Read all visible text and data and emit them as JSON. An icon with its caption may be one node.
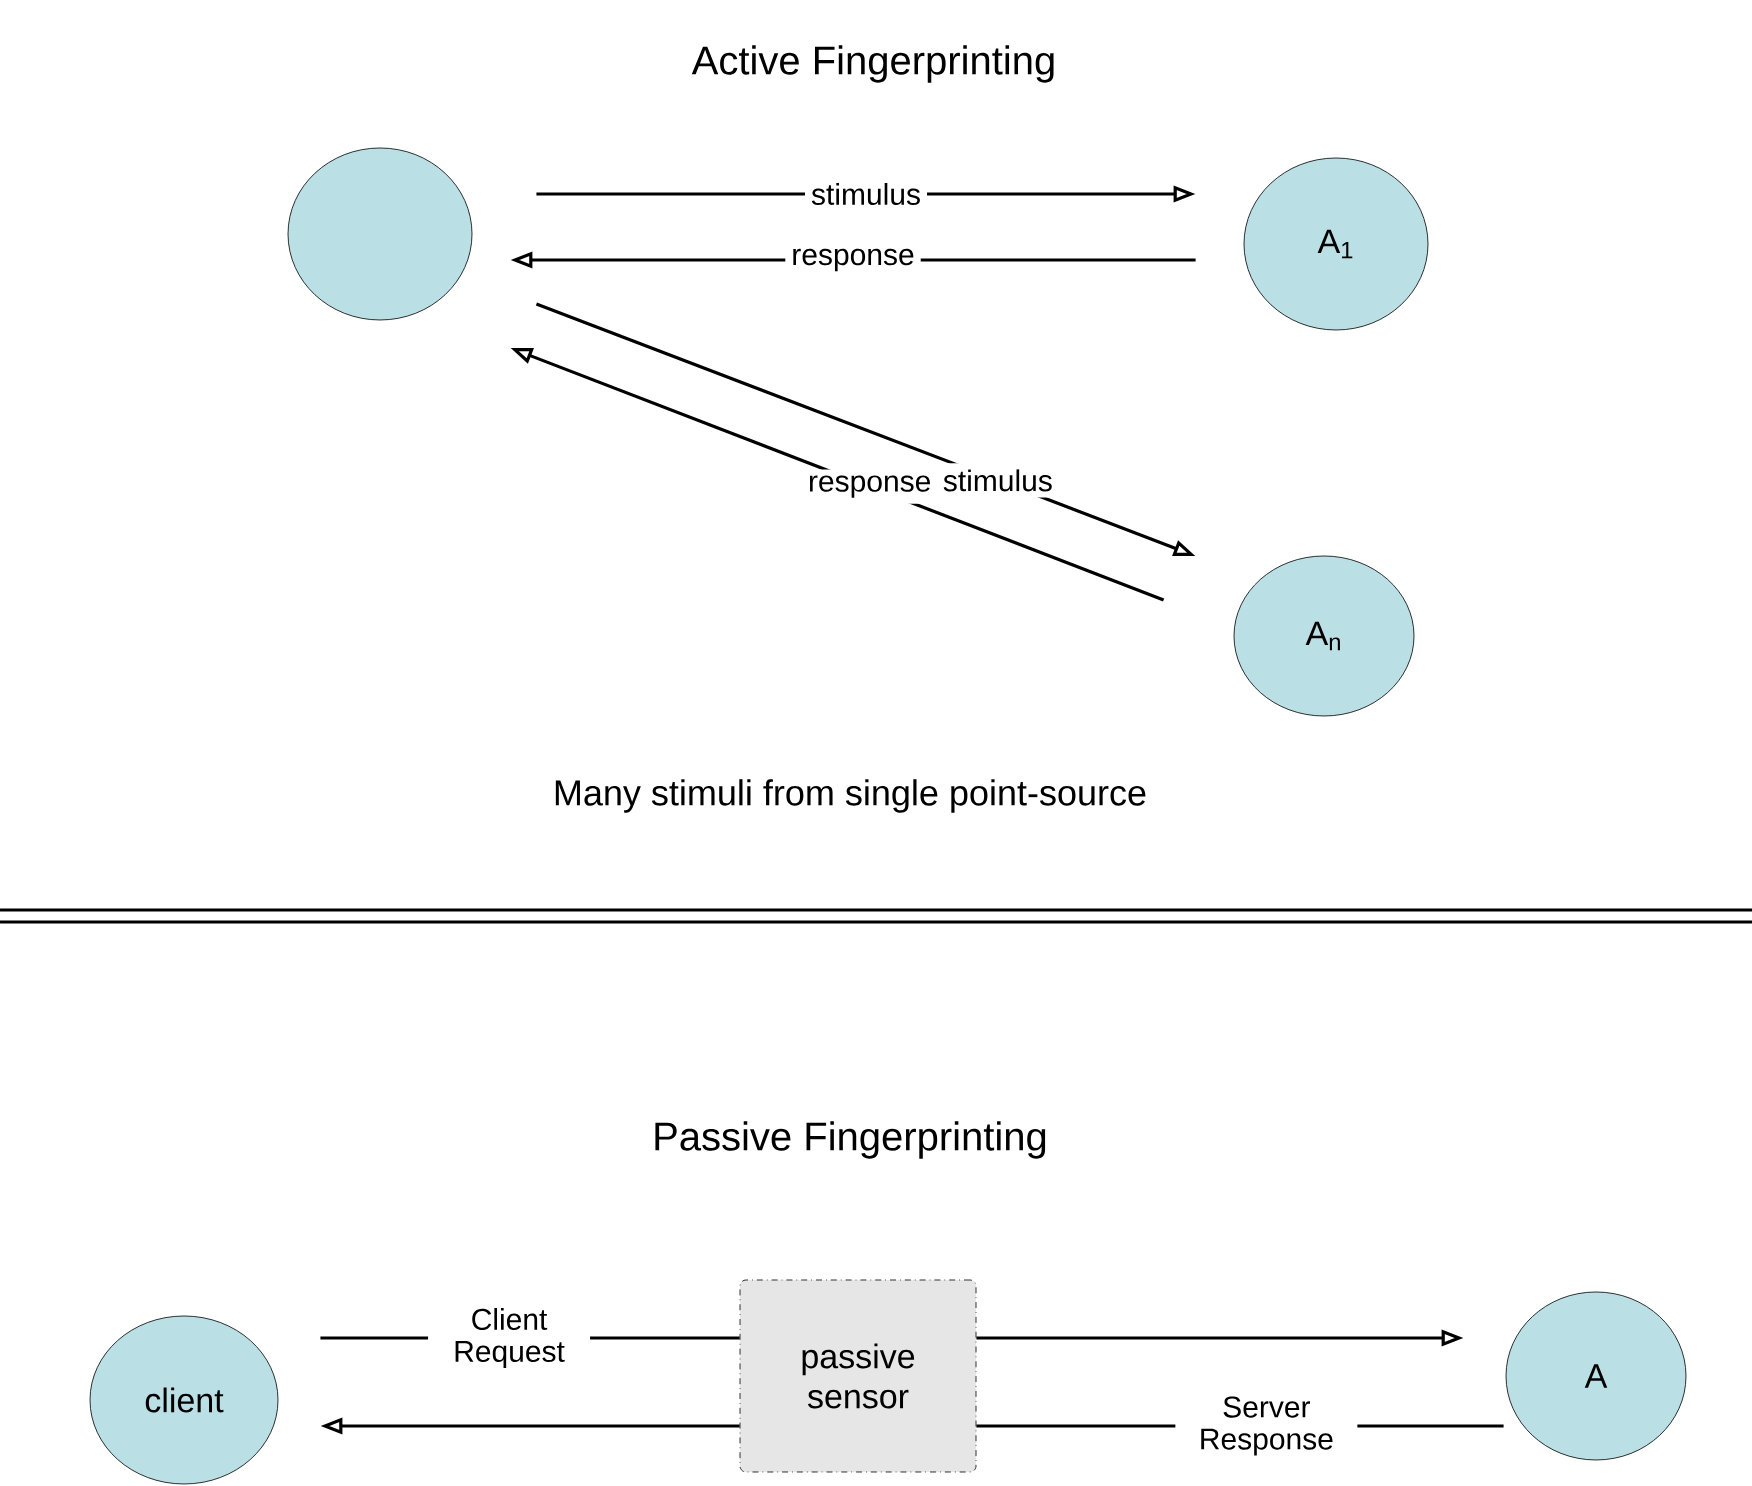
{
  "diagram": {
    "title": "Active Fingerprinting",
    "nodes": [
      {
        "text": [],
        "shape": "circle"
      },
      {
        "text": [
          "A$_{1}$"
        ]
      },
      {
        "text": [
          "A$_{n}$"
        ]
      },
      {
        "text": [
          "client"
        ]
      },
      {
        "text": [
          "passive sensor"
        ]
      },
      {
        "text": [
          "A"
        ]
      }
    ],
    "edges": [
      {
        "from": 0,
        "to": 1,
        "arrow": "to",
        "label": "stimulus"
      },
      {
        "from": 1,
        "to": 0,
        "arrow": "to",
        "label": "response"
      },
      {
        "from": 0,
        "to": 2,
        "arrow": "to",
        "label": "stimulus"
      },
      {
        "from": 2,
        "to": 0,
        "arrow": "to",
        "label": "response"
      },
      {
        "from": 3,
        "to": 4,
        "arrow": "none",
        "label": "Client Request"
      },
      {
        "from": 4,
        "to": 5,
        "arrow": "to"
      },
      {
        "from": 5,
        "to": 4,
        "arrow": "none",
        "label": "Server Response"
      },
      {
        "from": 4,
        "to": 3,
        "arrow": "to"
      }
    ],
    "labels": [
      "Many stimuli from single point-source",
      "Passive Fingerprinting"
    ]
  }
}
